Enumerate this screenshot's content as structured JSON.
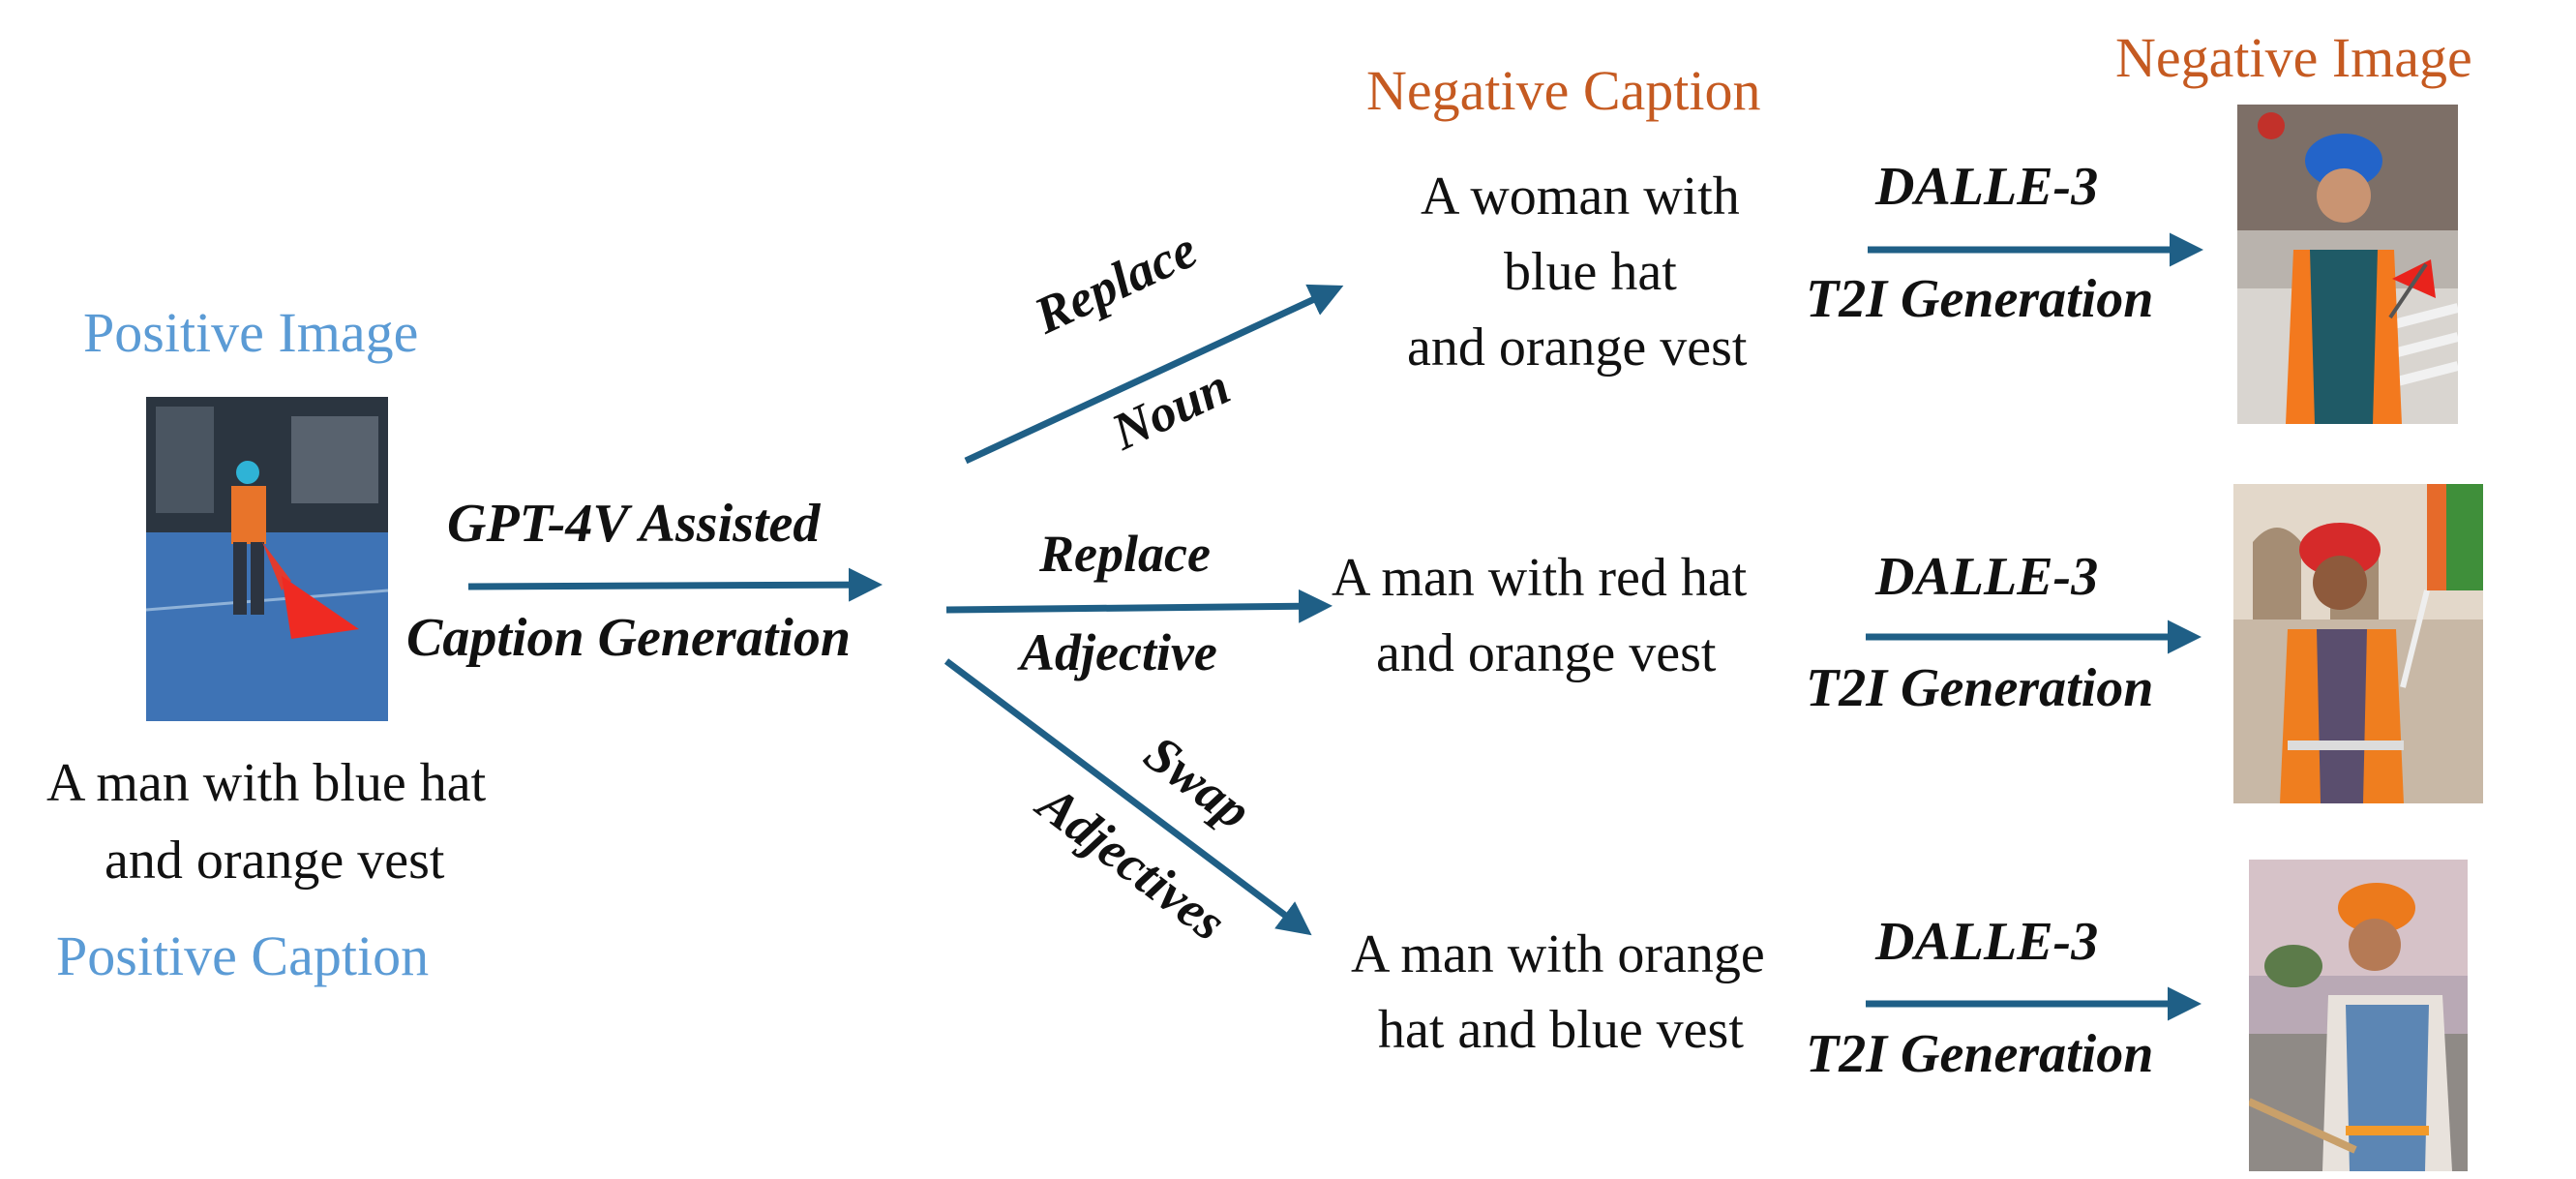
{
  "positive": {
    "image_label": "Positive Image",
    "caption_label": "Positive Caption",
    "caption_line1": "A man with blue hat",
    "caption_line2": "and orange vest"
  },
  "gpt_step": {
    "line1": "GPT-4V Assisted",
    "line2": "Caption Generation"
  },
  "branches": [
    {
      "op_line1": "Replace",
      "op_line2": "Noun",
      "caption_line1": "A woman with",
      "caption_line2": "blue hat",
      "caption_line3": "and orange vest",
      "gen_line1": "DALLE-3",
      "gen_line2": "T2I Generation"
    },
    {
      "op_line1": "Replace",
      "op_line2": "Adjective",
      "caption_line1": "A man with red hat",
      "caption_line2": "and orange vest",
      "gen_line1": "DALLE-3",
      "gen_line2": "T2I Generation"
    },
    {
      "op_line1": "Swap",
      "op_line2": "Adjectives",
      "caption_line1": "A man with orange",
      "caption_line2": "hat and blue vest",
      "gen_line1": "DALLE-3",
      "gen_line2": "T2I Generation"
    }
  ],
  "negative": {
    "caption_label": "Negative Caption",
    "image_label": "Negative Image"
  },
  "colors": {
    "positive_label": "#5b9bd5",
    "negative_label": "#c55a21",
    "arrow": "#1f5f86",
    "text": "#111111"
  }
}
